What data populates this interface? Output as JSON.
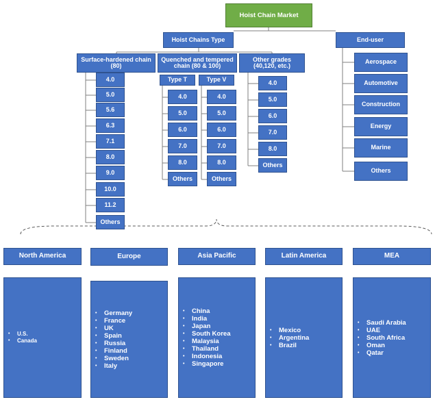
{
  "root": "Hoist Chain Market",
  "categories": {
    "hoist_chains_type": "Hoist Chains Type",
    "end_user": "End-user"
  },
  "hoist_types": {
    "surface": {
      "title": "Surface-hardened chain (80)",
      "grades": [
        "4.0",
        "5.0",
        "5.6",
        "6.3",
        "7.1",
        "8.0",
        "9.0",
        "10.0",
        "11.2",
        "Others"
      ]
    },
    "quenched": {
      "title": "Quenched and tempered chain (80 & 100)",
      "type_t": {
        "title": "Type T",
        "grades": [
          "4.0",
          "5.0",
          "6.0",
          "7.0",
          "8.0",
          "Others"
        ]
      },
      "type_v": {
        "title": "Type V",
        "grades": [
          "4.0",
          "5.0",
          "6.0",
          "7.0",
          "8.0",
          "Others"
        ]
      }
    },
    "other": {
      "title": "Other grades (40,120, etc.)",
      "grades": [
        "4.0",
        "5.0",
        "6.0",
        "7.0",
        "8.0",
        "Others"
      ]
    }
  },
  "end_users": [
    "Aerospace",
    "Automotive",
    "Construction",
    "Energy",
    "Marine",
    "Others"
  ],
  "regions": [
    {
      "name": "North America",
      "countries": [
        "U.S.",
        "Canada"
      ]
    },
    {
      "name": "Europe",
      "countries": [
        "Germany",
        "France",
        "UK",
        "Spain",
        "Russia",
        "Finland",
        "Sweden",
        "Italy"
      ]
    },
    {
      "name": "Asia Pacific",
      "countries": [
        "China",
        "India",
        "Japan",
        "South Korea",
        "Malaysia",
        "Thailand",
        "Indonesia",
        "Singapore"
      ]
    },
    {
      "name": "Latin America",
      "countries": [
        "Mexico",
        "Argentina",
        "Brazil"
      ]
    },
    {
      "name": "MEA",
      "countries": [
        "Saudi Arabia",
        "UAE",
        "South Africa",
        "Oman",
        "Qatar"
      ]
    }
  ],
  "colors": {
    "box": "#4472c4",
    "border": "#2f528f",
    "root": "#70ad47",
    "line": "#7f7f7f"
  }
}
